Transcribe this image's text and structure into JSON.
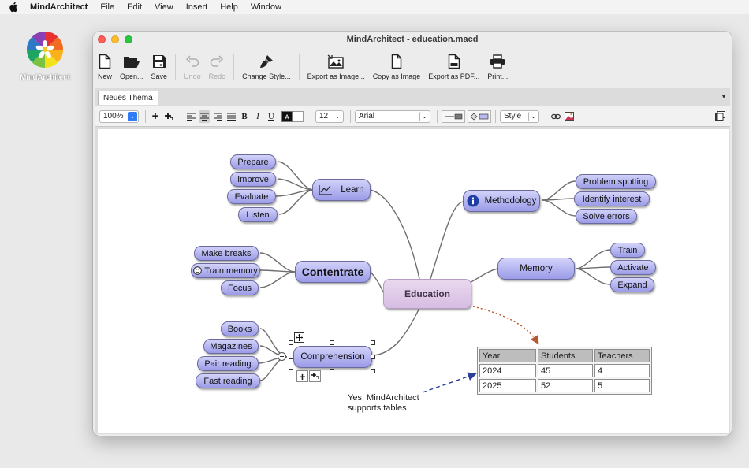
{
  "menubar": {
    "app_name": "MindArchitect",
    "items": [
      "File",
      "Edit",
      "View",
      "Insert",
      "Help",
      "Window"
    ]
  },
  "desktop_icon": {
    "label": "MindArchitect"
  },
  "window": {
    "title": "MindArchitect - education.macd"
  },
  "toolbar": {
    "new": "New",
    "open": "Open...",
    "save": "Save",
    "undo": "Undo",
    "redo": "Redo",
    "change_style": "Change Style...",
    "export_image": "Export as Image...",
    "copy_image": "Copy as Image",
    "export_pdf": "Export as PDF...",
    "print": "Print..."
  },
  "tab": {
    "label": "Neues Thema"
  },
  "format": {
    "zoom": "100%",
    "font_size": "12",
    "font_name": "Arial",
    "style_label": "Style",
    "bold": "B",
    "italic": "I",
    "underline": "U",
    "color_swatch": "A"
  },
  "colors": {
    "node_top": "#d2d2fa",
    "node_bottom": "#9b9be8",
    "center_fill": "#ead8ef",
    "branch_line": "#6e6e6e",
    "dotted_arrow": "#b8572f",
    "dashed_arrow": "#2c3f99"
  },
  "mindmap": {
    "center": "Education",
    "branches": {
      "learn": {
        "label": "Learn",
        "icon": "chart-icon",
        "children": [
          "Prepare",
          "Improve",
          "Evaluate",
          "Listen"
        ]
      },
      "concentrate": {
        "label": "Contentrate",
        "children": [
          "Make breaks",
          "Train memory",
          "Focus"
        ],
        "child_icon": "smiley-icon"
      },
      "comprehension": {
        "label": "Comprehension",
        "children": [
          "Books",
          "Magazines",
          "Pair reading",
          "Fast reading"
        ]
      },
      "methodology": {
        "label": "Methodology",
        "icon": "info-icon",
        "children": [
          "Problem spotting",
          "Identify interest",
          "Solve errors"
        ]
      },
      "memory": {
        "label": "Memory",
        "children": [
          "Train",
          "Activate",
          "Expand"
        ]
      }
    }
  },
  "table": {
    "headers": [
      "Year",
      "Students",
      "Teachers"
    ],
    "rows": [
      [
        "2024",
        "45",
        "4"
      ],
      [
        "2025",
        "52",
        "5"
      ]
    ]
  },
  "note": {
    "line1": "Yes, MindArchitect",
    "line2": "supports tables"
  }
}
